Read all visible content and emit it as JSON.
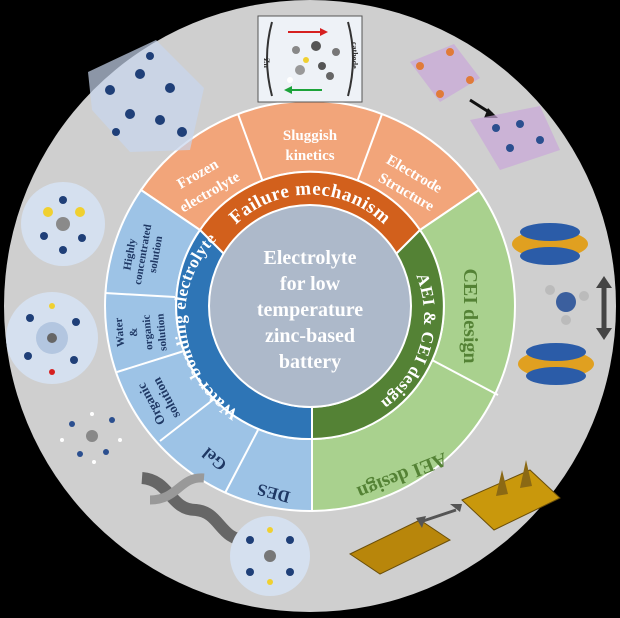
{
  "center": {
    "lines": [
      "Electrolyte",
      "for low",
      "temperature",
      "zinc-based",
      "battery"
    ]
  },
  "inner_ring": {
    "failure": "Failure  mechanism",
    "water": "Water-bonding electrolyte",
    "aei": "AEI & CEI design"
  },
  "outer_ring": {
    "frozen": [
      "Frozen",
      "electrolyte"
    ],
    "sluggish": [
      "Sluggish",
      "kinetics"
    ],
    "electrode": [
      "Electrode",
      "Structure"
    ],
    "cei": "CEI design",
    "aei": "AEI design",
    "hcs": [
      "Highly",
      "concentrated",
      "solution"
    ],
    "water_org": [
      "Water",
      "&",
      "organic",
      "solution"
    ],
    "organic": [
      "Organic",
      "solution"
    ],
    "gel": "Gel",
    "des": "DES"
  },
  "illustrations": {
    "schematic": {
      "left_label": "Zn",
      "right_label": "cathode"
    }
  },
  "colors": {
    "failure_outer": "#f2a57a",
    "failure_inner": "#d2601c",
    "water_outer": "#9dc3e6",
    "water_inner": "#2e75b6",
    "aei_outer": "#a9d18e",
    "aei_inner": "#548235",
    "center": "#adb9ca",
    "background": "#d0d0d0"
  }
}
